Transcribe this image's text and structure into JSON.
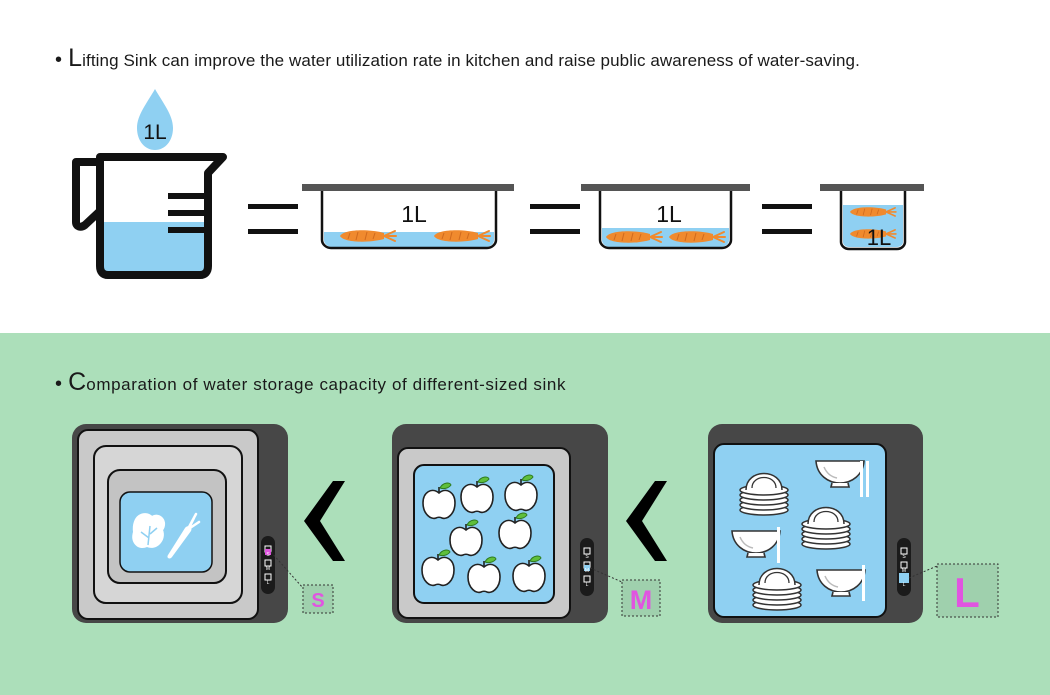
{
  "intro": {
    "first_letter": "L",
    "rest": "ifting Sink can improve the water utilization rate in kitchen and raise public awareness of water-saving."
  },
  "comparison": {
    "first_letter": "C",
    "rest": "omparation of water storage capacity of different-sized sink"
  },
  "volume_label": "1L",
  "sink_sizes": [
    "S",
    "M",
    "L"
  ],
  "selected_labels": {
    "small": "S",
    "medium": "M",
    "large": "L"
  },
  "colors": {
    "water": "#8fd0f2",
    "panel_bg": "#acdfba",
    "carrot": "#f08a2e",
    "size_highlight": "#e055e0",
    "sink_body": "#474747",
    "rim": "#c9c9c9"
  },
  "icons": [
    "water-drop-icon",
    "measuring-jug-icon",
    "carrot-icon",
    "leafy-vegetable-icon",
    "apple-icon",
    "bowl-icon",
    "plate-stack-icon"
  ]
}
